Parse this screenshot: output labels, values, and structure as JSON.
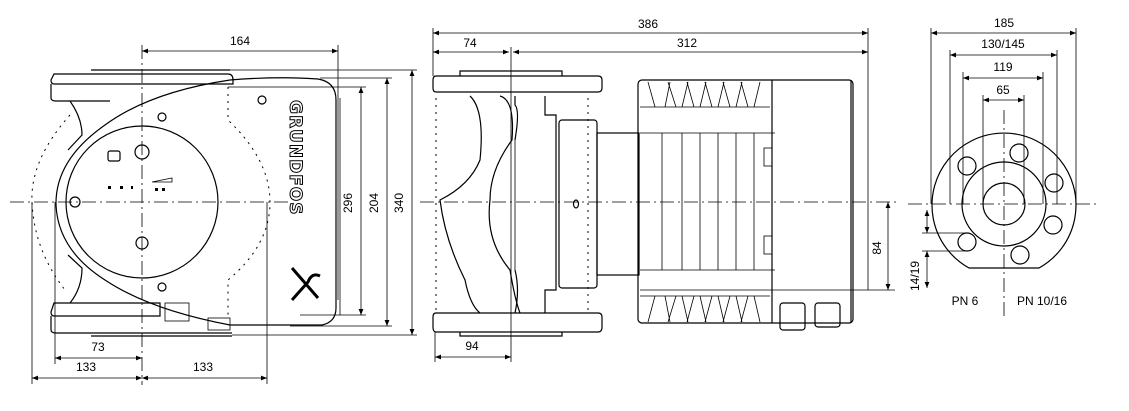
{
  "front_view": {
    "dims": {
      "width_164": "164",
      "h_296": "296",
      "h_204": "204",
      "h_340": "340",
      "w_73": "73",
      "w_133_left": "133",
      "w_133_right": "133"
    },
    "logo_text": "GRUNDFOS"
  },
  "side_view": {
    "dims": {
      "total_386": "386",
      "w_74": "74",
      "w_312": "312",
      "h_84": "84",
      "w_94": "94"
    }
  },
  "flange_view": {
    "dims": {
      "d_185": "185",
      "d_130_145": "130/145",
      "d_119": "119",
      "d_65": "65",
      "hole_14_19": "14/19"
    },
    "labels": {
      "pn_left": "PN 6",
      "pn_right": "PN 10/16"
    }
  }
}
